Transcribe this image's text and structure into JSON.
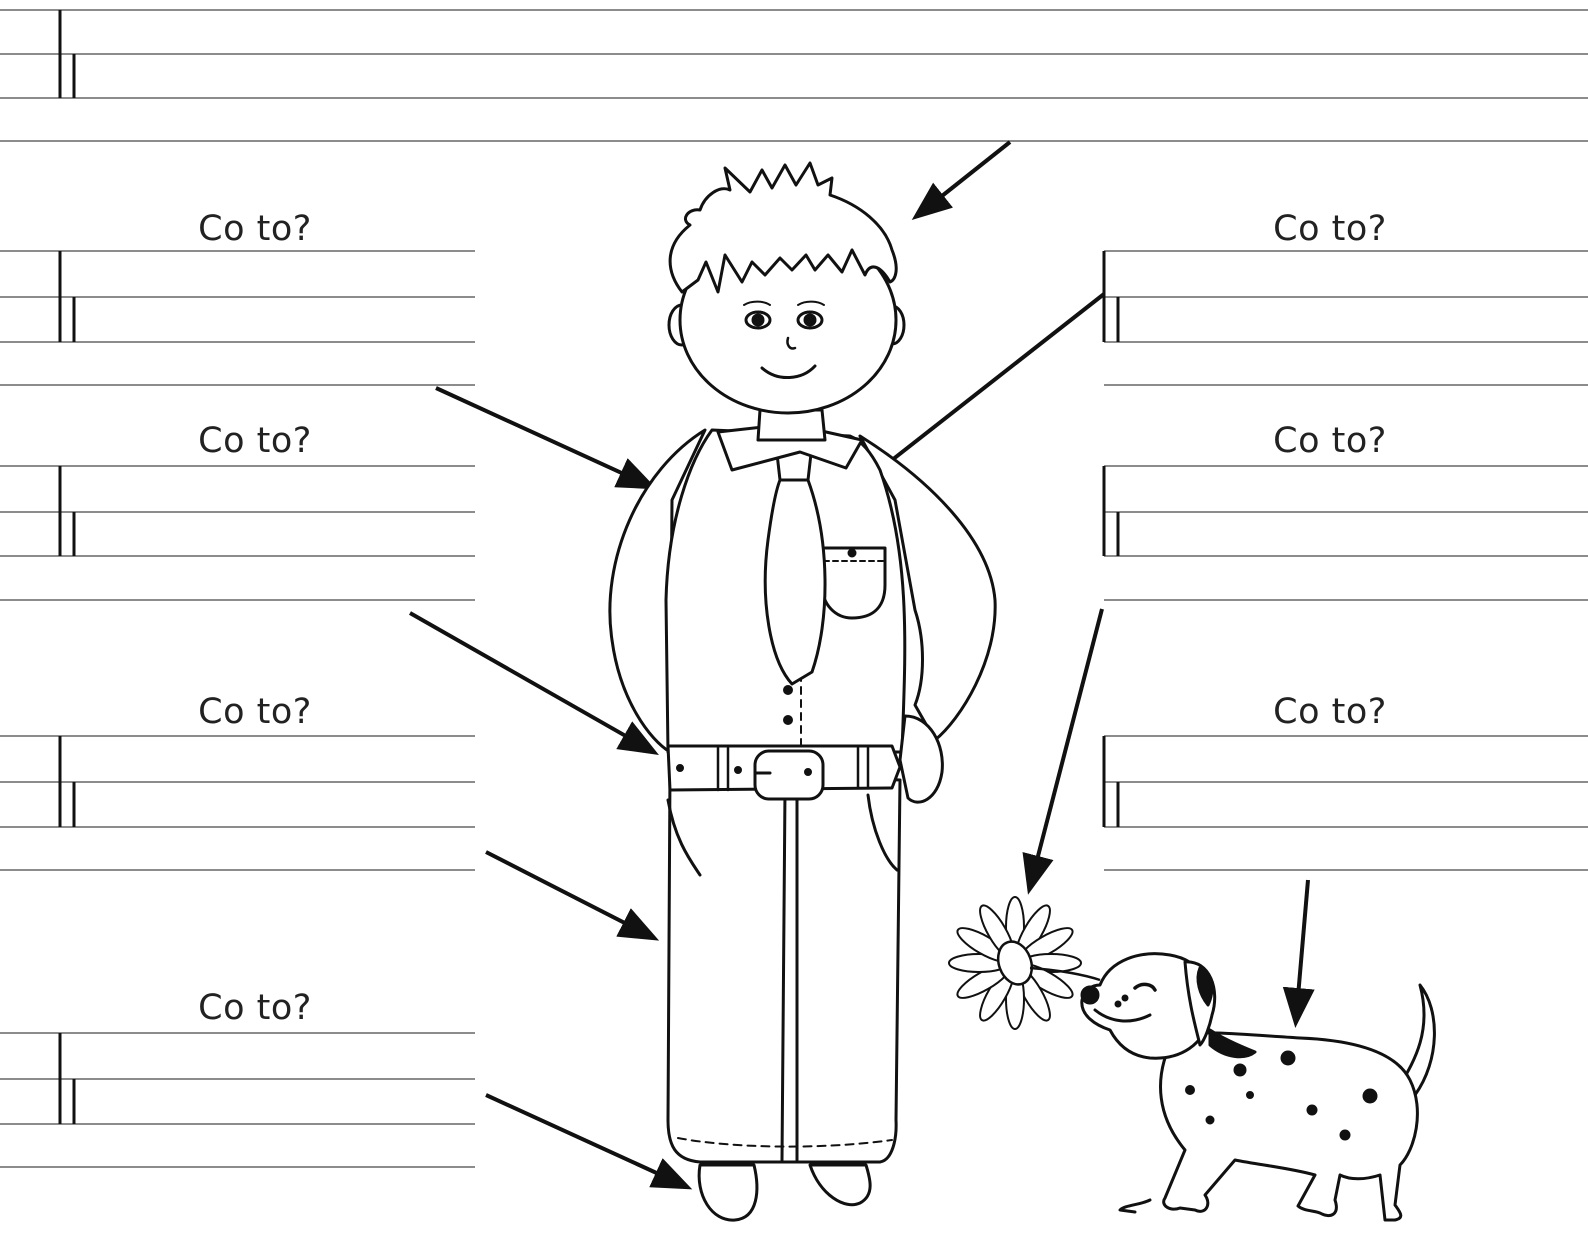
{
  "worksheet": {
    "prompts": [
      {
        "text": "Co to?"
      },
      {
        "text": "Co to?"
      },
      {
        "text": "Co to?"
      },
      {
        "text": "Co to?"
      },
      {
        "text": "Co to?"
      },
      {
        "text": "Co to?"
      },
      {
        "text": "Co to?"
      }
    ],
    "items_pictured": [
      "boy-hair",
      "arm",
      "tie",
      "belt",
      "trousers",
      "shoe",
      "flower",
      "dog"
    ]
  }
}
